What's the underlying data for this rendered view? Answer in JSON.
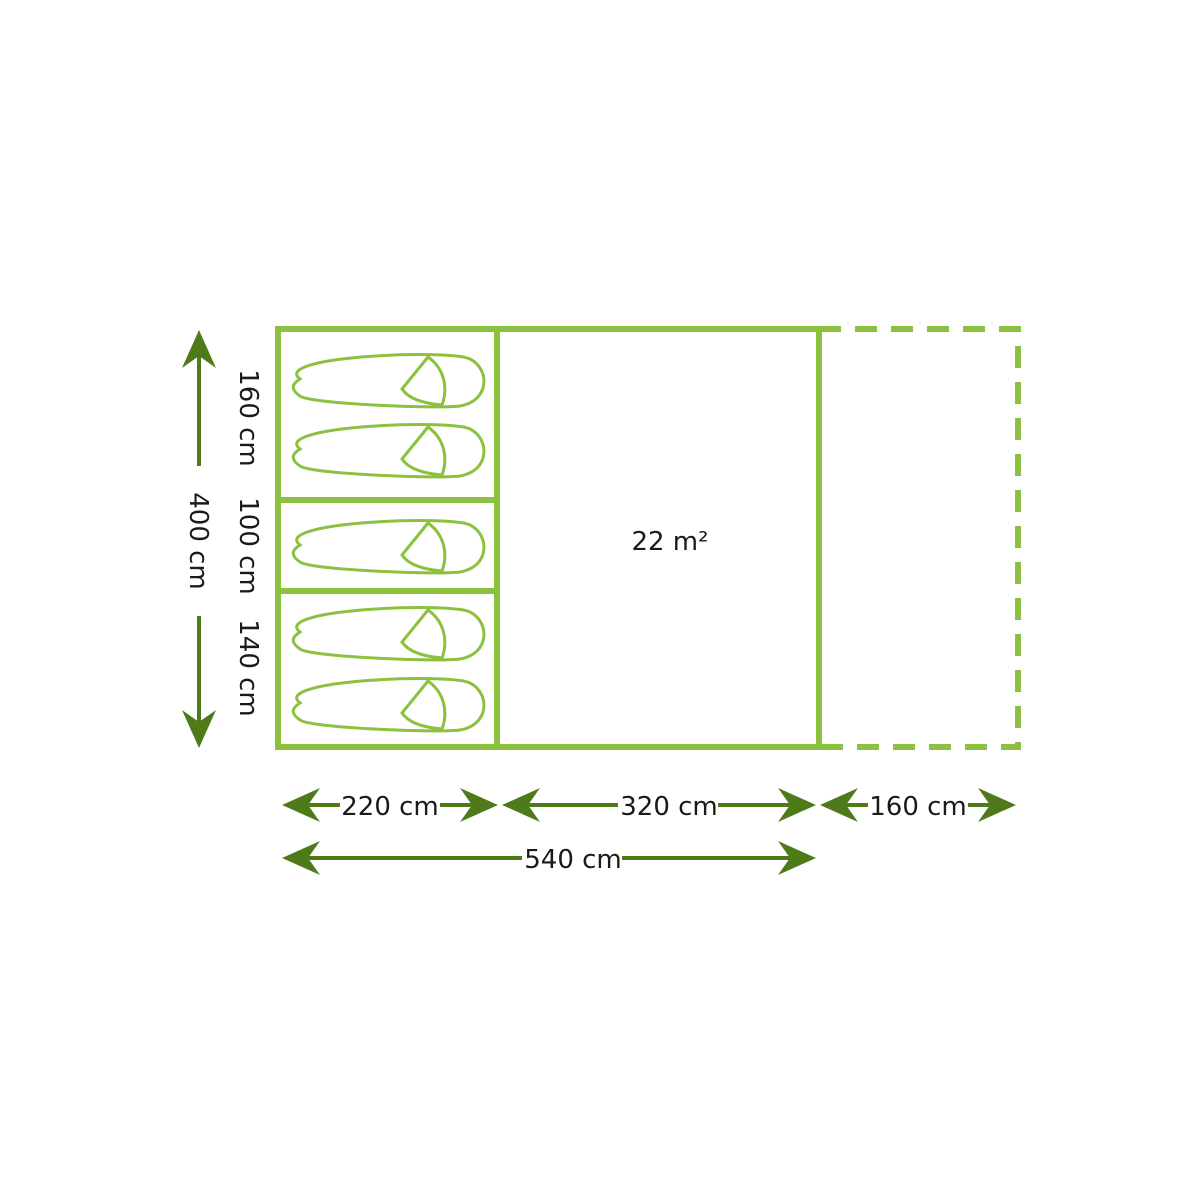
{
  "colors": {
    "outline": "#8cc13f",
    "arrow": "#4f7a1a",
    "text": "#1a1a1a"
  },
  "labels": {
    "depth_total": "400 cm",
    "depth_room_top": "160 cm",
    "depth_room_middle": "100 cm",
    "depth_room_bottom": "140 cm",
    "width_bedroom": "220 cm",
    "width_living": "320 cm",
    "width_porch": "160 cm",
    "width_total": "540 cm",
    "area": "22 m²"
  },
  "icons": [
    "sleeping-bag-icon",
    "arrow-icon"
  ],
  "sleeping_bags": 5
}
